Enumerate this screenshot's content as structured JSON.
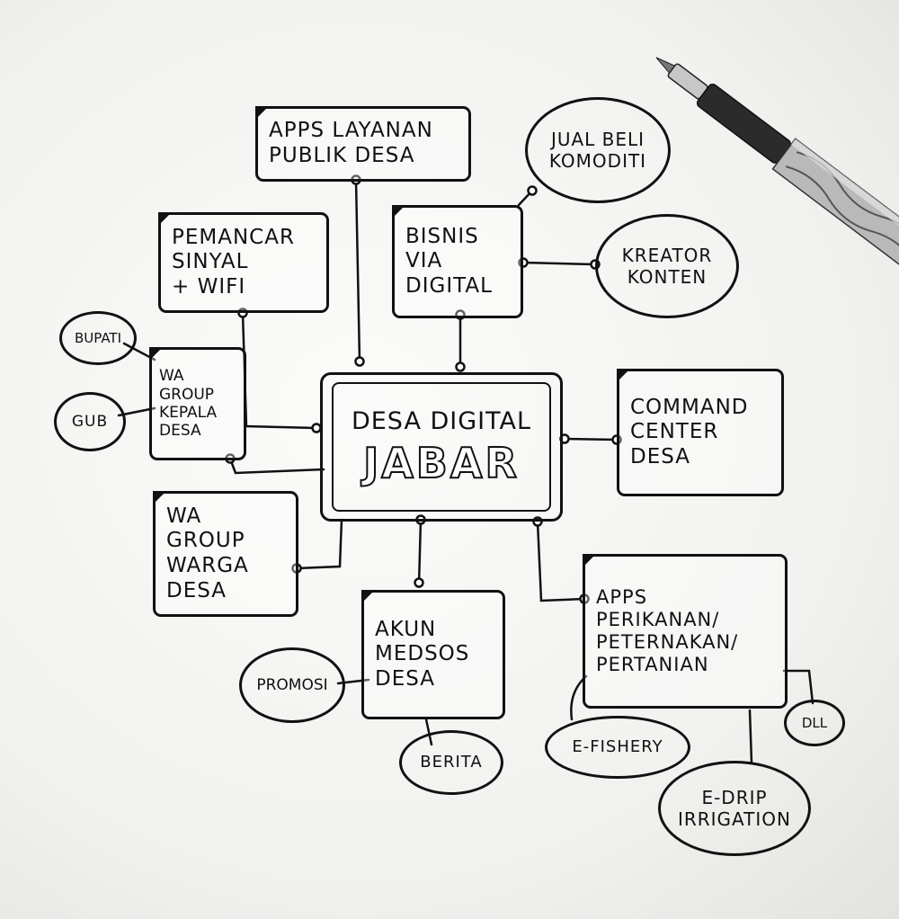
{
  "center": {
    "line1": "DESA DIGITAL",
    "line2": "JABAR"
  },
  "boxes": {
    "apps_layanan": [
      "APPS LAYANAN",
      "PUBLIK DESA"
    ],
    "pemancar": [
      "PEMANCAR",
      "SINYAL",
      "+ WIFI"
    ],
    "bisnis": [
      "BISNIS",
      "VIA",
      "DIGITAL"
    ],
    "wa_kepala": [
      "WA GROUP",
      "KEPALA",
      "DESA"
    ],
    "command_center": [
      "COMMAND",
      "CENTER",
      "DESA"
    ],
    "wa_warga": [
      "WA GROUP",
      "WARGA",
      "DESA"
    ],
    "akun_medsos": [
      "AKUN",
      "MEDSOS",
      "DESA"
    ],
    "apps_perikanan": [
      "APPS",
      "PERIKANAN/",
      "PETERNAKAN/",
      "PERTANIAN"
    ]
  },
  "bubbles": {
    "jual_beli": [
      "JUAL BELI",
      "KOMODITI"
    ],
    "kreator": [
      "KREATOR",
      "KONTEN"
    ],
    "bupati": [
      "BUPATI"
    ],
    "gub": [
      "GUB"
    ],
    "promosi": [
      "PROMOSI"
    ],
    "berita": [
      "BERITA"
    ],
    "e_fishery": [
      "E-FISHERY"
    ],
    "e_drip": [
      "E-DRIP",
      "IRRIGATION"
    ],
    "dll": [
      "DLL"
    ]
  },
  "colors": {
    "ink": "#111111",
    "paper": "#f4f4f2",
    "pen_body": "#2b2b2b",
    "pen_metal": "#b9b9b9"
  }
}
